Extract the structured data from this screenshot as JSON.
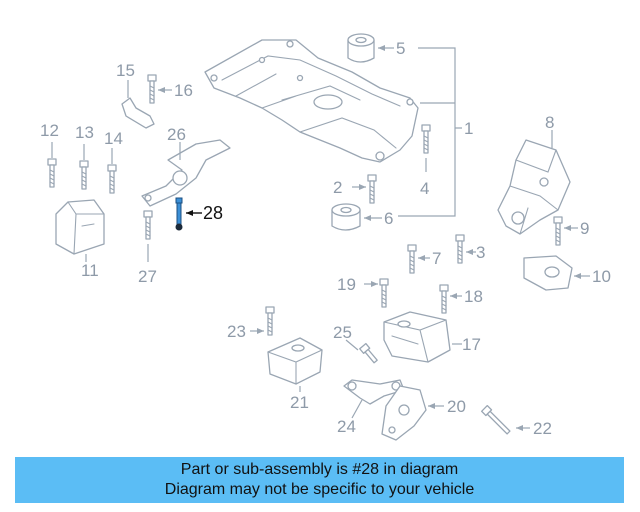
{
  "diagram": {
    "callouts": [
      {
        "id": "1",
        "label": "1"
      },
      {
        "id": "2",
        "label": "2"
      },
      {
        "id": "3",
        "label": "3"
      },
      {
        "id": "4",
        "label": "4"
      },
      {
        "id": "5",
        "label": "5"
      },
      {
        "id": "6",
        "label": "6"
      },
      {
        "id": "7",
        "label": "7"
      },
      {
        "id": "8",
        "label": "8"
      },
      {
        "id": "9",
        "label": "9"
      },
      {
        "id": "10",
        "label": "10"
      },
      {
        "id": "11",
        "label": "11"
      },
      {
        "id": "12",
        "label": "12"
      },
      {
        "id": "13",
        "label": "13"
      },
      {
        "id": "14",
        "label": "14"
      },
      {
        "id": "15",
        "label": "15"
      },
      {
        "id": "16",
        "label": "16"
      },
      {
        "id": "17",
        "label": "17"
      },
      {
        "id": "18",
        "label": "18"
      },
      {
        "id": "19",
        "label": "19"
      },
      {
        "id": "20",
        "label": "20"
      },
      {
        "id": "21",
        "label": "21"
      },
      {
        "id": "22",
        "label": "22"
      },
      {
        "id": "23",
        "label": "23"
      },
      {
        "id": "24",
        "label": "24"
      },
      {
        "id": "25",
        "label": "25"
      },
      {
        "id": "26",
        "label": "26"
      },
      {
        "id": "27",
        "label": "27"
      },
      {
        "id": "28",
        "label": "28"
      }
    ],
    "highlight_part": "28",
    "colors": {
      "outline": "#9aa6b3",
      "highlight_part": "#3b8fd6",
      "highlight_text": "#111111",
      "banner": "#5bbdf5"
    }
  },
  "banner": {
    "line1": "Part or sub-assembly is #28 in diagram",
    "line2": "Diagram may not be specific to your vehicle"
  }
}
